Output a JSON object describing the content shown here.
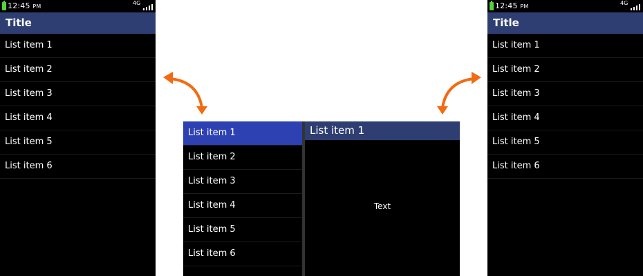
{
  "colors": {
    "accent": "#2f3e72",
    "selected": "#2d41b3",
    "arrow": "#f26b12",
    "battery": "#53d23a"
  },
  "phone_left": {
    "status": {
      "time": "12:45",
      "ampm": "PM",
      "network": "4G"
    },
    "title": "Title",
    "items": [
      "List item 1",
      "List item 2",
      "List item 3",
      "List item 4",
      "List item 5",
      "List item 6"
    ]
  },
  "tablet": {
    "items": [
      "List item 1",
      "List item 2",
      "List item 3",
      "List item 4",
      "List item 5",
      "List item 6"
    ],
    "selected_index": 0,
    "detail": {
      "title": "List item 1",
      "text": "Text"
    }
  },
  "phone_right": {
    "status": {
      "time": "12:45",
      "ampm": "PM",
      "network": "4G"
    },
    "title": "Title",
    "items": [
      "List item 1",
      "List item 2",
      "List item 3",
      "List item 4",
      "List item 5",
      "List item 6"
    ]
  },
  "icons": [
    "battery-icon",
    "network-icon",
    "signal-icon",
    "double-arrow-icon"
  ]
}
